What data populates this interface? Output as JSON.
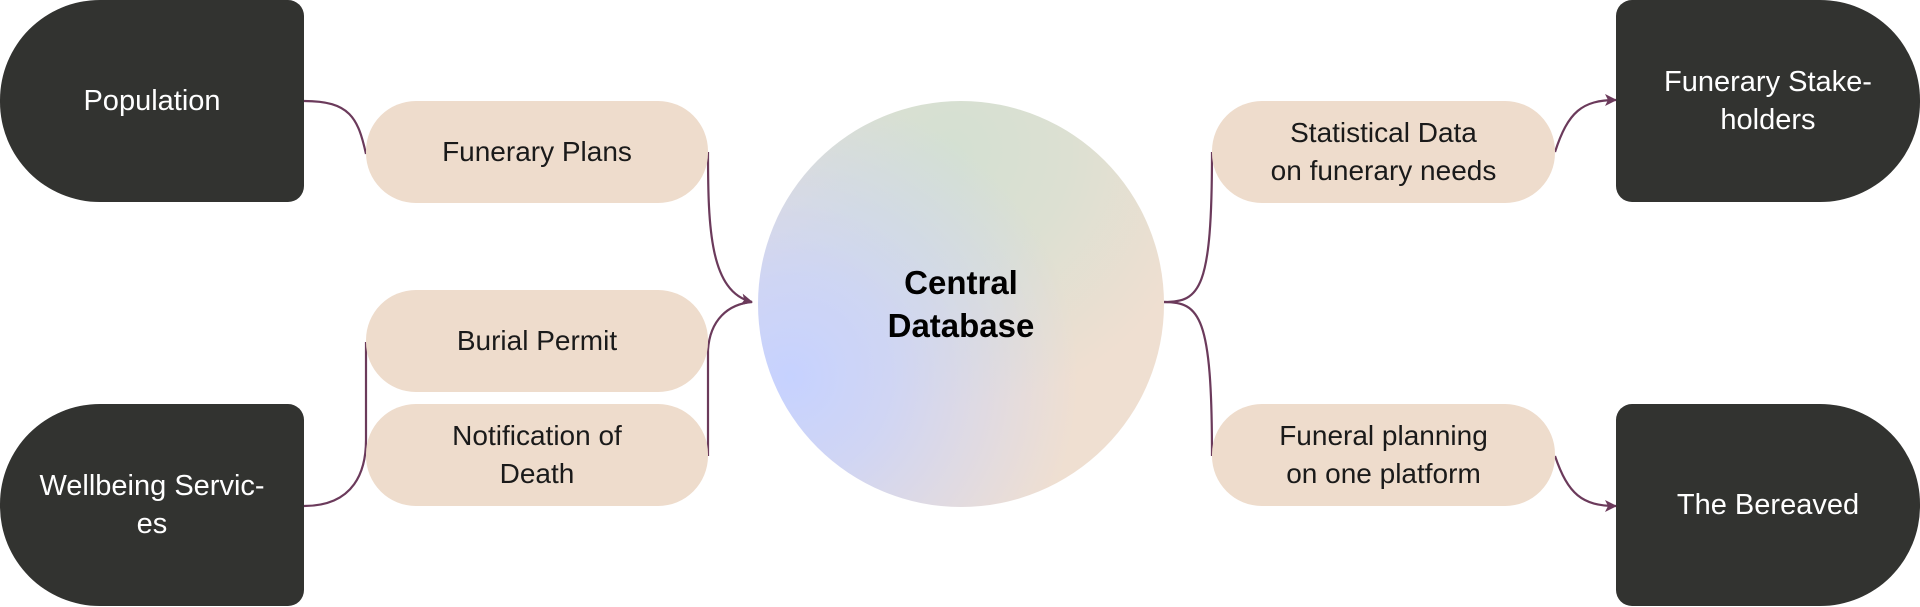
{
  "diagram": {
    "hub": {
      "label": "Central Database"
    },
    "sources": {
      "population": "Population",
      "wellbeing": "Wellbeing Servic-\nes"
    },
    "inputs": {
      "funerary_plans": "Funerary Plans",
      "burial_permit": "Burial Permit",
      "notification_of_death": "Notification of\nDeath"
    },
    "outputs": {
      "statistical_data": "Statistical Data\non funerary needs",
      "funeral_planning": "Funeral planning\non one platform"
    },
    "recipients": {
      "funerary_stakeholders": "Funerary Stake-\nholders",
      "the_bereaved": "The Bereaved"
    }
  },
  "colors": {
    "dark_box": "#323330",
    "pill": "#eedccc",
    "connector": "#6b3a5b",
    "hub_blue": "#c6d2ff",
    "hub_green": "#d4e0d2",
    "hub_beige": "#efdfd1"
  }
}
